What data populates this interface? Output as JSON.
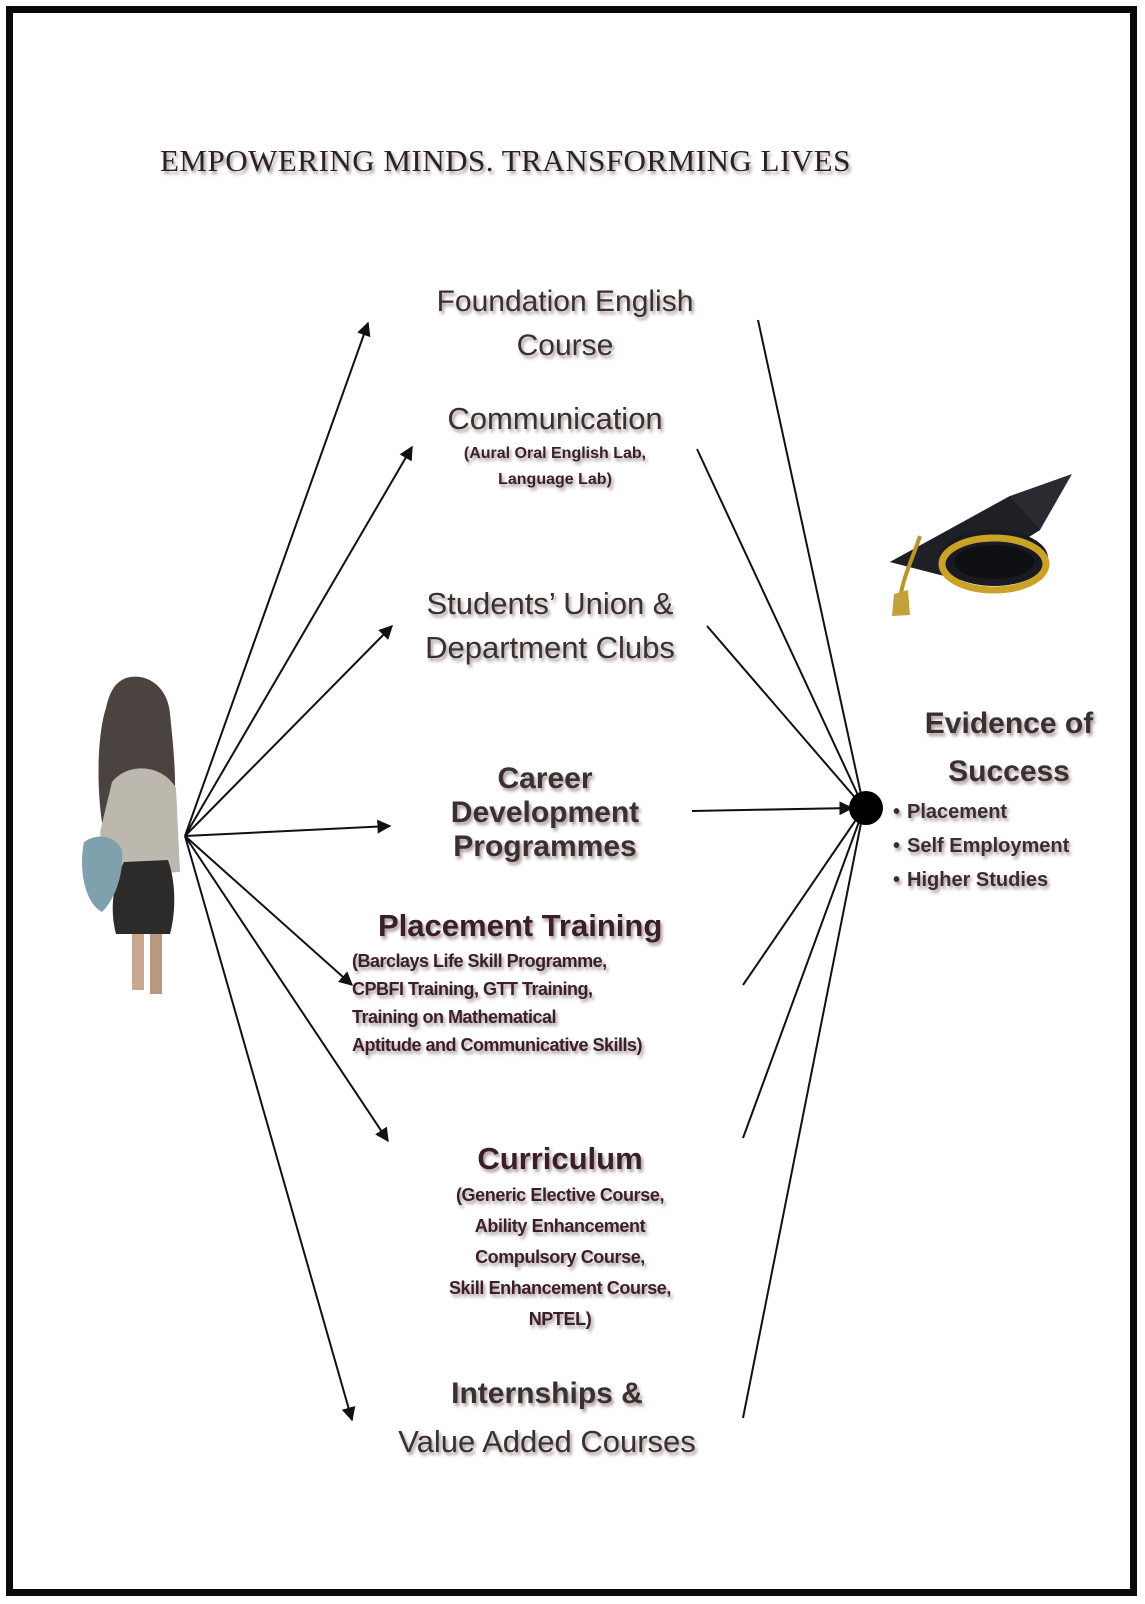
{
  "title": "EMPOWERING MINDS. TRANSFORMING LIVES",
  "nodes": {
    "foundation": {
      "heading_lines": [
        "Foundation English",
        "Course"
      ]
    },
    "communication": {
      "heading": "Communication",
      "sub_lines": [
        "(Aural Oral English  Lab,",
        "Language Lab)"
      ]
    },
    "union": {
      "heading_lines": [
        "Students’ Union &",
        "Department Clubs"
      ]
    },
    "career": {
      "heading_lines": [
        "Career",
        "Development",
        "Programmes"
      ]
    },
    "placement": {
      "heading": "Placement Training",
      "sub_lines": [
        "(Barclays Life Skill Programme,",
        "CPBFI Training, GTT Training,",
        "Training on Mathematical",
        "Aptitude and Communicative Skills)"
      ]
    },
    "curriculum": {
      "heading": "Curriculum",
      "sub_lines": [
        "(Generic Elective Course,",
        "Ability Enhancement",
        "Compulsory Course,",
        "Skill Enhancement Course,",
        "NPTEL)"
      ]
    },
    "internships": {
      "heading_lines": [
        "Internships &",
        "Value Added Courses"
      ]
    }
  },
  "outcome": {
    "heading_lines": [
      "Evidence of",
      "Success"
    ],
    "items": [
      "Placement",
      "Self Employment",
      "Higher Studies"
    ]
  },
  "icons": {
    "student": "student-figure-icon",
    "graduation_cap": "graduation-cap-icon",
    "hub": "success-hub-dot-icon"
  },
  "colors": {
    "frame": "#0a0a0a",
    "text": "#3a3030",
    "accent_text": "#3a1f28",
    "cap_body": "#1e1f25",
    "cap_band": "#c9a227",
    "hub": "#000000"
  }
}
